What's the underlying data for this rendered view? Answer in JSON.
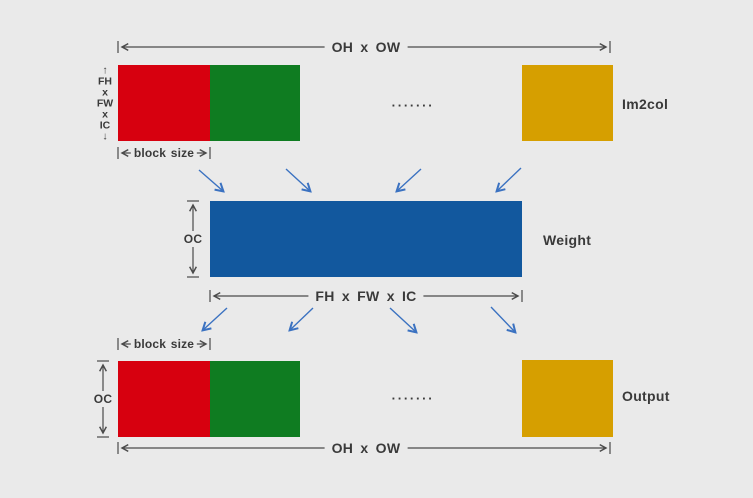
{
  "colors": {
    "background": "#eaeaea",
    "red": "#d7000f",
    "green": "#0f7c21",
    "gold": "#d69f00",
    "blue": "#12589e",
    "text": "#3a3a3a",
    "dim_line": "#4a4a4a",
    "flow_arrow": "#3b72c1"
  },
  "icons": {
    "arrow_up": "↑",
    "arrow_down": "↓"
  },
  "im2col": {
    "label": "Im2col",
    "width_label": "OH x OW",
    "height_label_lines": [
      "FH",
      "x",
      "FW",
      "x",
      "IC"
    ],
    "block_size_label": "block size",
    "dots": "......."
  },
  "weight": {
    "label": "Weight",
    "height_label": "OC",
    "width_label": "FH x FW x IC"
  },
  "output": {
    "label": "Output",
    "width_label": "OH x OW",
    "height_label": "OC",
    "block_size_label": "block size",
    "dots": "......."
  }
}
